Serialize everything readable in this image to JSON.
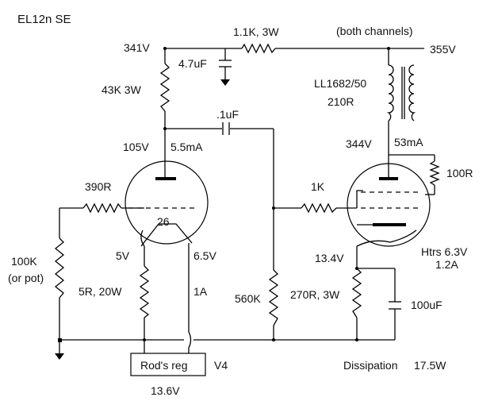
{
  "title": {
    "main": "EL12n",
    "suffix": "SE"
  },
  "labels": {
    "v341": "341V",
    "r_1k1": "1.1K, 3W",
    "both": "(both channels)",
    "v355": "355V",
    "c47": "4.7uF",
    "r43k": "43K 3W",
    "xfmr": "LL1682/50",
    "xfmr_r": "210R",
    "c01": ".1uF",
    "v105": "105V",
    "i55": "5.5mA",
    "v344": "344V",
    "i53": "53mA",
    "r100": "100R",
    "r390": "390R",
    "r1k": "1K",
    "tube26": "26",
    "r100k": "100K",
    "orpot": "(or pot)",
    "v5": "5V",
    "v65": "6.5V",
    "v134": "13.4V",
    "htrs": "Htrs 6.3V",
    "htrs_a": "1.2A",
    "r5r": "5R, 20W",
    "a1": "1A",
    "r560k": "560K",
    "r270": "270R, 3W",
    "c100u": "100uF",
    "reg": "Rod's reg",
    "v4": "V4",
    "dissipation": "Dissipation",
    "dissipation_val": "17.5W",
    "v136": "13.6V"
  }
}
